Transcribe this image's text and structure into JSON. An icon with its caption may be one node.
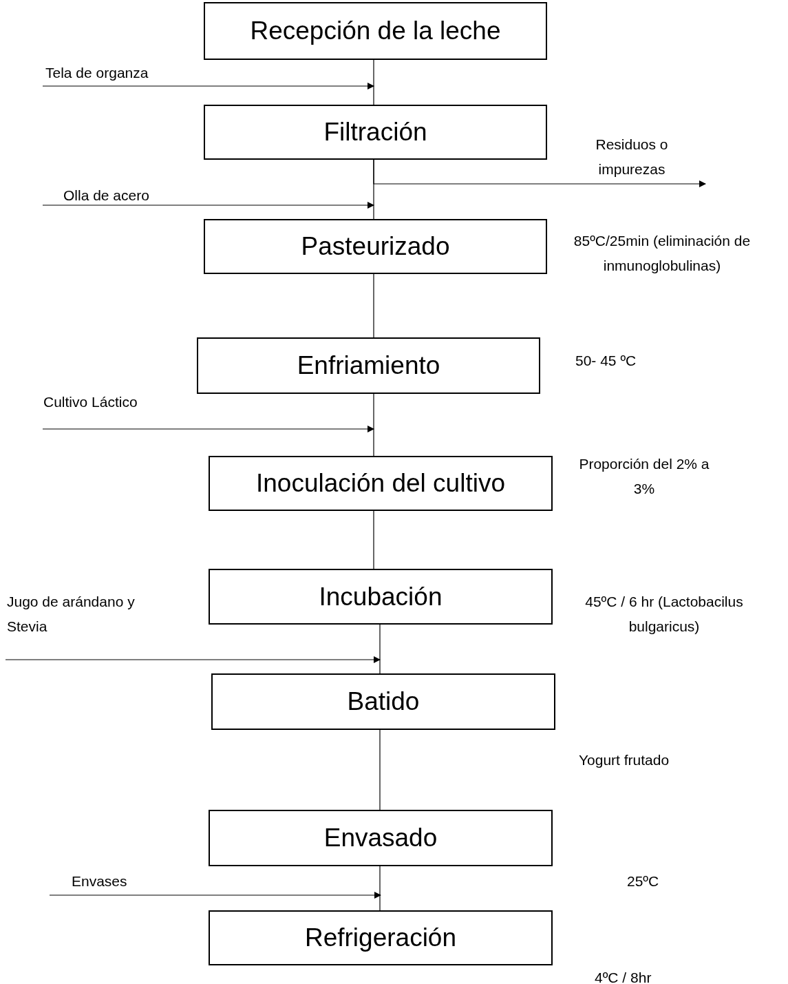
{
  "diagram": {
    "nodes": [
      {
        "text": [
          "Recepción de la leche"
        ]
      },
      {
        "text": [
          "Filtración"
        ]
      },
      {
        "text": [
          "Pasteurizado"
        ],
        "beside": [
          "85ºC/25min (eliminación de inmunoglobulinas)"
        ]
      },
      {
        "text": [
          "Enfriamiento"
        ],
        "beside": [
          "50- 45 ºC"
        ]
      },
      {
        "text": [
          "Inoculación del cultivo"
        ],
        "beside": [
          "Proporción del 2% a 3%"
        ]
      },
      {
        "text": [
          "Incubación"
        ],
        "beside": [
          "45ºC / 6 hr (Lactobacilus bulgaricus)"
        ]
      },
      {
        "text": [
          "Batido"
        ],
        "beside": [
          "Yogurt frutado"
        ]
      },
      {
        "text": [
          "Envasado"
        ]
      },
      {
        "text": [
          "Refrigeración"
        ],
        "beside": [
          "4ºC / 8hr"
        ]
      },
      {
        "text": [
          "Tela de organza"
        ]
      },
      {
        "text": [
          "Olla de acero"
        ]
      },
      {
        "text": [
          "Cultivo Láctico"
        ]
      },
      {
        "text": [
          "Jugo de arándano y Stevia"
        ]
      },
      {
        "text": [
          "Envases"
        ]
      }
    ],
    "edges": [
      {
        "from": 0,
        "to": 1,
        "arrow": "none"
      },
      {
        "from": 1,
        "to": 2,
        "arrow": "none"
      },
      {
        "from": 2,
        "to": 3,
        "arrow": "none"
      },
      {
        "from": 3,
        "to": 4,
        "arrow": "none"
      },
      {
        "from": 4,
        "to": 5,
        "arrow": "none"
      },
      {
        "from": 5,
        "to": 6,
        "arrow": "none"
      },
      {
        "from": 6,
        "to": 7,
        "arrow": "none"
      },
      {
        "from": 7,
        "to": 8,
        "arrow": "none"
      },
      {
        "from": 1,
        "to": null,
        "arrow": "to",
        "label": "Residuos o impurezas"
      },
      {
        "from": 9,
        "to": 1,
        "arrow": "to"
      },
      {
        "from": 10,
        "to": 2,
        "arrow": "to"
      },
      {
        "from": 11,
        "to": 4,
        "arrow": "to"
      },
      {
        "from": 12,
        "to": 6,
        "arrow": "to"
      },
      {
        "from": 13,
        "to": 8,
        "arrow": "to"
      }
    ],
    "labels": [
      "25ºC"
    ]
  }
}
